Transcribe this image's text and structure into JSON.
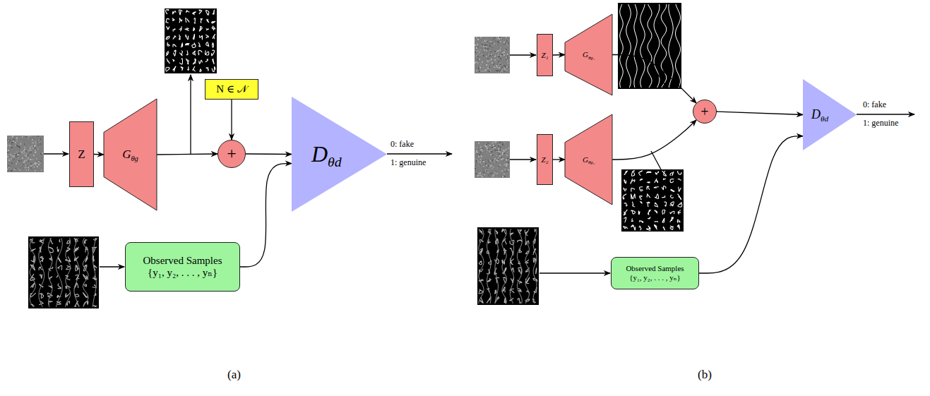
{
  "diagram": {
    "nodes": [
      {
        "text": [
          "Z"
        ]
      },
      {
        "text": [
          "Gθg"
        ]
      },
      {
        "text": [
          "N ∈ 𝒩"
        ]
      },
      {
        "text": [
          "+"
        ]
      },
      {
        "text": [
          "Dθd"
        ]
      },
      {
        "text": [
          "Observed Samples",
          "{y₁, y₂, . . . , yₙ}"
        ]
      },
      {
        "text": [
          "Z₁"
        ]
      },
      {
        "text": [
          "Gθg₁"
        ]
      },
      {
        "text": [
          "Z₂"
        ]
      },
      {
        "text": [
          "Gθg₂"
        ]
      },
      {
        "text": [
          "+"
        ]
      },
      {
        "text": [
          "Dθd"
        ]
      },
      {
        "text": [
          "Observed Samples",
          "{y₁, y₂, . . . , yₙ}"
        ]
      }
    ],
    "edges": [
      {
        "from": 0,
        "to": 1,
        "arrow": "to"
      },
      {
        "from": 1,
        "to": 3,
        "arrow": "to"
      },
      {
        "from": 2,
        "to": 3,
        "arrow": "to"
      },
      {
        "from": 3,
        "to": 4,
        "arrow": "to"
      },
      {
        "from": 5,
        "to": 4,
        "arrow": "to"
      },
      {
        "from": 6,
        "to": 7,
        "arrow": "to"
      },
      {
        "from": 8,
        "to": 9,
        "arrow": "to"
      },
      {
        "from": 7,
        "to": 10,
        "arrow": "to"
      },
      {
        "from": 9,
        "to": 10,
        "arrow": "to"
      },
      {
        "from": 10,
        "to": 11,
        "arrow": "to"
      },
      {
        "from": 12,
        "to": 11,
        "arrow": "to"
      }
    ],
    "labels": [
      "0: fake",
      "1: genuine",
      "(a)",
      "0: fake",
      "1: genuine",
      "(b)"
    ]
  }
}
